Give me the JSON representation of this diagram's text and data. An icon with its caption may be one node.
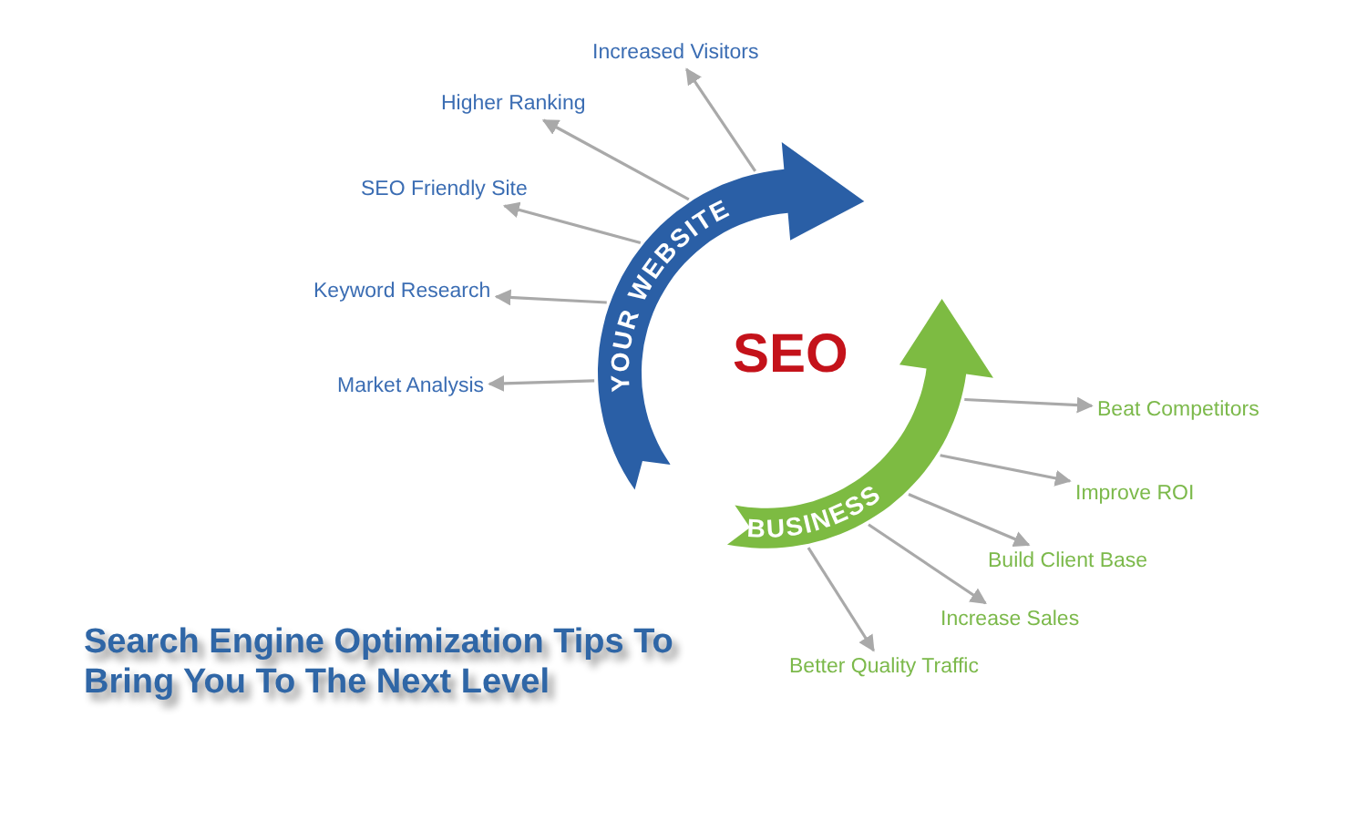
{
  "diagram": {
    "title": "Search Engine Optimization Tips To Bring You To The Next Level",
    "nodes": [
      {
        "text": [
          "YOUR WEBSITE"
        ]
      },
      {
        "text": [
          "BUSINESS"
        ]
      },
      {
        "text": [
          "Increased Visitors"
        ]
      },
      {
        "text": [
          "Higher Ranking"
        ]
      },
      {
        "text": [
          "SEO Friendly Site"
        ]
      },
      {
        "text": [
          "Keyword Research"
        ]
      },
      {
        "text": [
          "Market Analysis"
        ]
      },
      {
        "text": [
          "Beat Competitors"
        ]
      },
      {
        "text": [
          "Improve ROI"
        ]
      },
      {
        "text": [
          "Build Client Base"
        ]
      },
      {
        "text": [
          "Increase Sales"
        ]
      },
      {
        "text": [
          "Better Quality Traffic"
        ]
      }
    ],
    "edges": [
      {
        "from": 0,
        "to": 2,
        "arrow": "to"
      },
      {
        "from": 0,
        "to": 3,
        "arrow": "to"
      },
      {
        "from": 0,
        "to": 4,
        "arrow": "to"
      },
      {
        "from": 0,
        "to": 5,
        "arrow": "to"
      },
      {
        "from": 0,
        "to": 6,
        "arrow": "to"
      },
      {
        "from": 1,
        "to": 7,
        "arrow": "to"
      },
      {
        "from": 1,
        "to": 8,
        "arrow": "to"
      },
      {
        "from": 1,
        "to": 9,
        "arrow": "to"
      },
      {
        "from": 1,
        "to": 10,
        "arrow": "to"
      },
      {
        "from": 1,
        "to": 11,
        "arrow": "to"
      }
    ],
    "labels": [
      "SEO"
    ]
  }
}
